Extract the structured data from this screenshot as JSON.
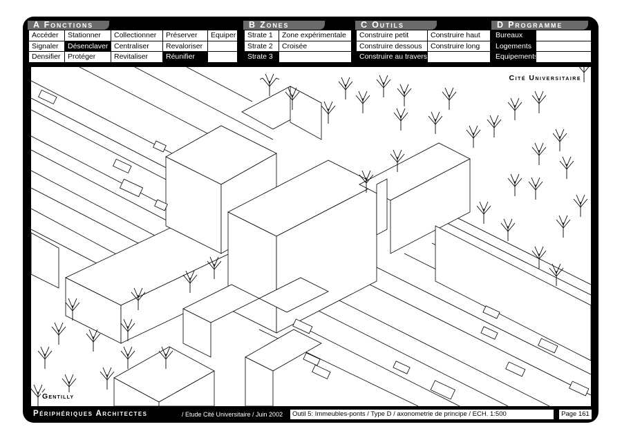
{
  "groups": {
    "A": {
      "title": "A Fonctions",
      "rows": [
        [
          "Accéder",
          "Stationner",
          "Collectionner",
          "Préserver",
          "Equiper"
        ],
        [
          "Signaler",
          "Désenclaver",
          "Centraliser",
          "Revaloriser",
          ""
        ],
        [
          "Densifier",
          "Protéger",
          "Revitaliser",
          "Réunifier",
          ""
        ]
      ],
      "active": [
        [
          1,
          1
        ],
        [
          2,
          3
        ]
      ]
    },
    "B": {
      "title": "B Zones",
      "rows": [
        [
          "Strate 1",
          "Zone expérimentale"
        ],
        [
          "Strate 2",
          "Croisée"
        ],
        [
          "Strate 3",
          ""
        ]
      ],
      "active": [
        [
          2,
          0
        ]
      ]
    },
    "C": {
      "title": "C Outils",
      "rows": [
        [
          "Construire petit",
          "Construire haut"
        ],
        [
          "Construire dessous",
          "Construire long"
        ],
        [
          "Construire au travers",
          ""
        ]
      ],
      "active": [
        [
          2,
          0
        ]
      ]
    },
    "D": {
      "title": "D Programme",
      "rows": [
        [
          "Bureaux",
          ""
        ],
        [
          "Logements",
          ""
        ],
        [
          "Equipements",
          ""
        ]
      ],
      "active": [
        [
          0,
          0
        ],
        [
          1,
          0
        ],
        [
          2,
          0
        ]
      ]
    }
  },
  "drawing": {
    "label_top": "Cité Universitaire",
    "label_bottom": "Gentilly"
  },
  "footer": {
    "firm": "Périphériques Architectes",
    "study": "/ Etude Cité Universitaire / Juin 2002",
    "tool": "Outil 5:  Immeubles-ponts / Type D / axonometrie de principe / ECH. 1:500",
    "page": "Page 161"
  }
}
